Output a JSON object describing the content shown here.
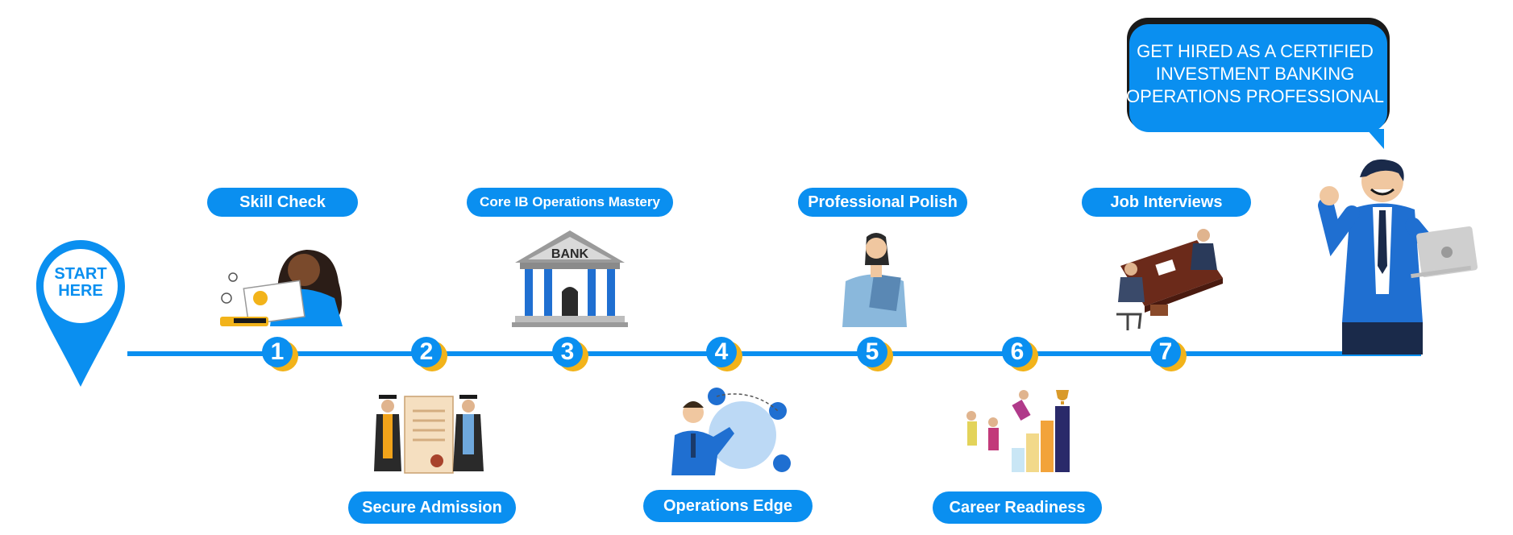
{
  "start_pin": {
    "line1": "START",
    "line2": "HERE"
  },
  "goal": {
    "text": "GET HIRED AS A CERTIFIED INVESTMENT BANKING OPERATIONS PROFESSIONAL"
  },
  "bank_sign": "BANK",
  "steps": [
    {
      "number": "1",
      "label": "Skill Check"
    },
    {
      "number": "2",
      "label": "Secure Admission"
    },
    {
      "number": "3",
      "label": "Core IB Operations Mastery"
    },
    {
      "number": "4",
      "label": "Operations Edge"
    },
    {
      "number": "5",
      "label": "Professional Polish"
    },
    {
      "number": "6",
      "label": "Career Readiness"
    },
    {
      "number": "7",
      "label": "Job Interviews"
    }
  ],
  "colors": {
    "primary": "#0a8ff0",
    "accent": "#f2b31a",
    "dark": "#1a1a1a"
  }
}
